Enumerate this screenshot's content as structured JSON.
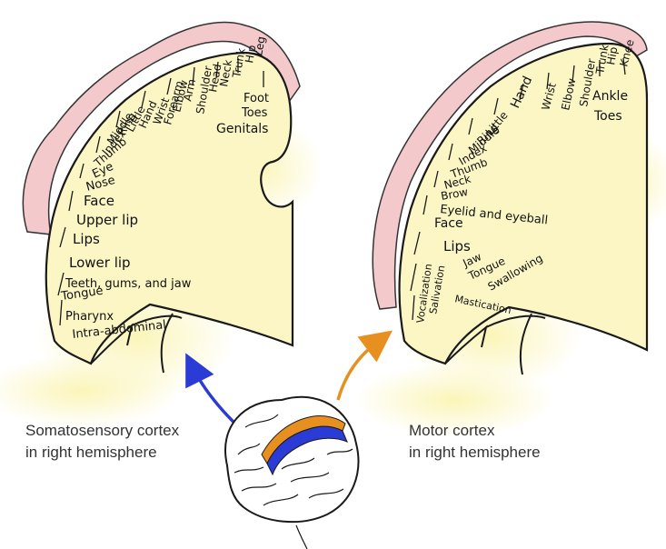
{
  "somatosensory": {
    "caption_line1": "Somatosensory cortex",
    "caption_line2": "in right hemisphere",
    "labels": [
      "Genitals",
      "Toes",
      "Foot",
      "Leg",
      "Hip",
      "Trunk",
      "Neck",
      "Head",
      "Shoulder",
      "Arm",
      "Elbow",
      "Forearm",
      "Wrist",
      "Hand",
      "Little",
      "Ring",
      "Middle",
      "Index",
      "Thumb",
      "Eye",
      "Nose",
      "Face",
      "Upper lip",
      "Lips",
      "Lower lip",
      "Teeth, gums, and jaw",
      "Tongue",
      "Pharynx",
      "Intra-abdominal"
    ]
  },
  "motor": {
    "caption_line1": "Motor cortex",
    "caption_line2": "in right hemisphere",
    "labels": [
      "Toes",
      "Ankle",
      "Knee",
      "Hip",
      "Trunk",
      "Shoulder",
      "Elbow",
      "Wrist",
      "Hand",
      "Little",
      "Ring",
      "Middle",
      "Index",
      "Thumb",
      "Neck",
      "Brow",
      "Eyelid and eyeball",
      "Face",
      "Lips",
      "Jaw",
      "Tongue",
      "Swallowing",
      "Mastication",
      "Salivation",
      "Vocalization"
    ]
  },
  "colors": {
    "somatosensory": "#2a3bd6",
    "motor": "#e8901f",
    "cortex_fill": "#fbf6c4",
    "gyrus_pink": "#f3c9cc"
  }
}
